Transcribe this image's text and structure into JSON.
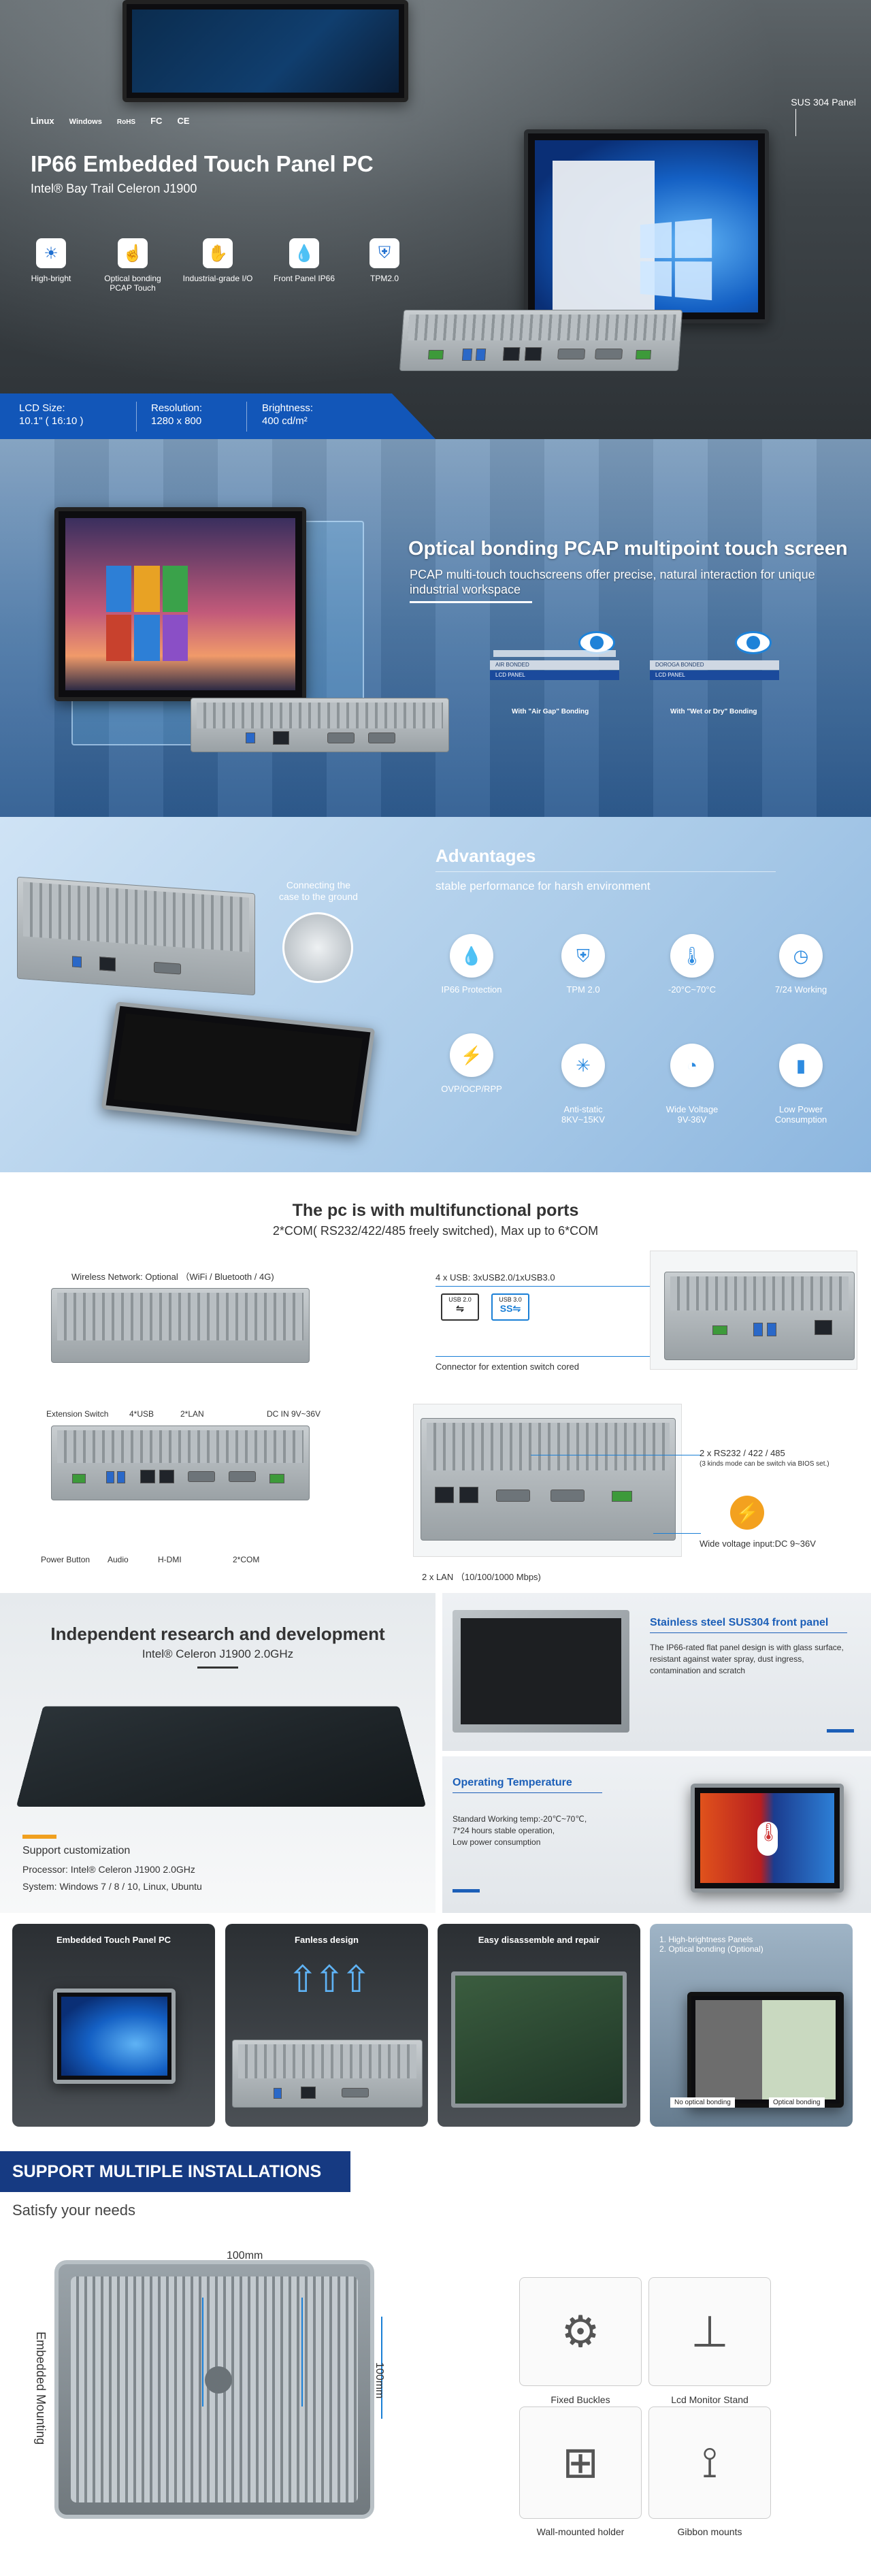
{
  "hero": {
    "title": "IP66 Embedded Touch Panel PC",
    "subtitle": "Intel® Bay Trail Celeron J1900",
    "logos": [
      "Linux",
      "Windows",
      "RoHS",
      "FC",
      "CE"
    ],
    "tag": "SUS 304 Panel",
    "features": [
      {
        "icon": "sun-icon",
        "label": "High-bright"
      },
      {
        "icon": "touch-icon",
        "label": "Optical bonding PCAP Touch"
      },
      {
        "icon": "hand-icon",
        "label": "Industrial-grade I/O"
      },
      {
        "icon": "droplet-shield-icon",
        "label": "Front Panel IP66"
      },
      {
        "icon": "shield-icon",
        "label": "TPM2.0"
      }
    ],
    "specs": [
      {
        "label": "LCD Size:",
        "value": "10.1\" ( 16:10 )"
      },
      {
        "label": "Resolution:",
        "value": "1280 x 800"
      },
      {
        "label": "Brightness:",
        "value": "400 cd/m²"
      }
    ]
  },
  "optical": {
    "title": "Optical bonding PCAP multipoint touch screen",
    "description": "PCAP multi-touch touchscreens offer precise, natural interaction for unique industrial workspace",
    "left": {
      "layer1": "AIR BONDED",
      "layer2": "LCD PANEL",
      "caption": "With \"Air Gap\" Bonding"
    },
    "right": {
      "layer1": "DOROGA BONDED",
      "layer2": "LCD PANEL",
      "caption": "With \"Wet or Dry\" Bonding"
    }
  },
  "advantages": {
    "title": "Advantages",
    "subtitle": "stable performance for harsh environment",
    "ground_label": "Connecting the case to the ground",
    "items": [
      {
        "icon": "droplet-icon",
        "label": "IP66 Protection"
      },
      {
        "icon": "tpm-icon",
        "label": "TPM 2.0"
      },
      {
        "icon": "thermometer-icon",
        "label": "-20°C~70°C"
      },
      {
        "icon": "clock-icon",
        "label": "7/24 Working"
      },
      {
        "icon": "shield-icon",
        "label": "OVP/OCP/RPP"
      },
      {
        "icon": "anti-static-icon",
        "label": "Anti-static\n8KV~15KV"
      },
      {
        "icon": "gauge-icon",
        "label": "Wide Voltage\n9V-36V"
      },
      {
        "icon": "battery-icon",
        "label": "Low Power\nConsumption"
      }
    ]
  },
  "ports": {
    "title": "The pc is with multifunctional ports",
    "subtitle": "2*COM( RS232/422/485 freely switched), Max up to 6*COM",
    "wireless": "Wireless Network: Optional （WiFi / Bluetooth / 4G)",
    "usb": "4 x USB: 3xUSB2.0/1xUSB3.0",
    "usb2": "USB 2.0",
    "usb3": "USB 3.0",
    "switch_conn": "Connector for extention switch cored",
    "ext_switch": "Extension Switch",
    "four_usb": "4*USB",
    "two_lan": "2*LAN",
    "dc_in": "DC IN 9V~36V",
    "power_button": "Power Button",
    "audio": "Audio",
    "hdmi": "H-DMI",
    "two_com": "2*COM",
    "rs": "2 x RS232 / 422 / 485",
    "rs_note": "(3 kinds mode can be switch via BIOS set.)",
    "wide_voltage": "Wide voltage input:DC 9~36V",
    "lan": "2 x LAN （10/100/1000 Mbps)"
  },
  "rnd": {
    "title": "Independent research and development",
    "subtitle": "Intel® Celeron J1900 2.0GHz",
    "custom_title": "Support customization",
    "processor": "Processor: Intel® Celeron J1900  2.0GHz",
    "system": "System:  Windows 7 / 8 / 10,    Linux, Ubuntu",
    "card1_title": "Stainless steel SUS304 front panel",
    "card1_text": "The IP66-rated flat panel design is with glass surface, resistant against water spray, dust ingress, contamination and scratch",
    "card2_title": "Operating Temperature",
    "card2_text": "Standard Working temp:-20℃~70℃,\n7*24 hours stable operation,\nLow power consumption"
  },
  "gallery": [
    {
      "caption": "Embedded Touch Panel PC"
    },
    {
      "caption": "Fanless design"
    },
    {
      "caption": "Easy disassemble and repair"
    },
    {
      "caption": "1. High-brightness Panels\n2. Optical bonding (Optional)",
      "no_bond": "No optical bonding",
      "bond": "Optical bonding"
    }
  ],
  "install": {
    "heading": "SUPPORT MULTIPLE INSTALLATIONS",
    "subtitle": "Satisfy your needs",
    "width_dim": "100mm",
    "height_dim": "100mm",
    "side_label": "Embedded Mounting",
    "mounts": [
      {
        "icon": "buckle-icon",
        "label": "Fixed Buckles"
      },
      {
        "icon": "stand-icon",
        "label": "Lcd Monitor Stand"
      },
      {
        "icon": "wall-mount-icon",
        "label": "Wall-mounted holder"
      },
      {
        "icon": "gibbon-mount-icon",
        "label": "Gibbon mounts"
      }
    ]
  }
}
